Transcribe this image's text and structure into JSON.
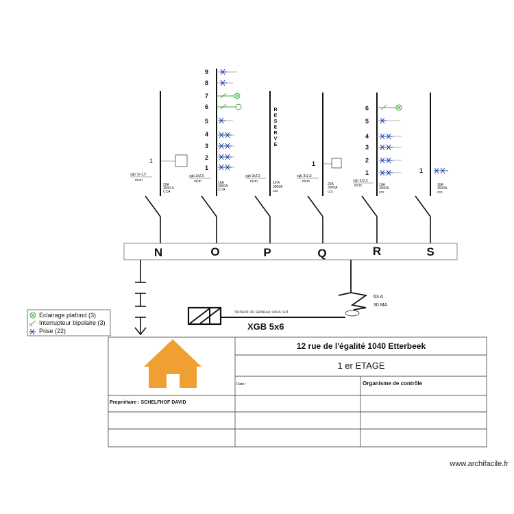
{
  "colors": {
    "line": "#111111",
    "prise": "#1f3fa6",
    "light": "#3aa83a",
    "house": "#f0a030",
    "busbar_border": "#888888"
  },
  "busbar": {
    "letters": [
      "N",
      "O",
      "P",
      "Q",
      "R",
      "S"
    ]
  },
  "circuits": {
    "N": {
      "cable": "xgb 3x 2,5",
      "cable_sub": "mcm",
      "num": "1",
      "spec": [
        "20A",
        "3000 A",
        "CCA"
      ]
    },
    "O": {
      "cable": "xgb 3x2,5",
      "cable_sub": "mcm",
      "nums": [
        "9",
        "8",
        "7",
        "6",
        "5",
        "4",
        "3",
        "2",
        "1"
      ],
      "spec": [
        "16A",
        "3000A",
        "CCA"
      ]
    },
    "P": {
      "cable": "xgb 3x2,5",
      "cable_sub": "mcm",
      "reserve": "RESERVE",
      "spec": [
        "10 A",
        "3000A",
        "ccs"
      ]
    },
    "Q": {
      "cable": "xgb 3x2,5",
      "cable_sub": "mcm",
      "num": "1",
      "spec": [
        "20A",
        "3000A",
        "ccs"
      ]
    },
    "R": {
      "cable": "xgb 3x2,5",
      "cable_sub": "mcm",
      "nums": [
        "6",
        "5",
        "4",
        "3",
        "2",
        "1"
      ],
      "spec": [
        "16A",
        "3000A",
        "ccs"
      ]
    },
    "S": {
      "num": "1",
      "spec": [
        "16A",
        "3000A",
        "ccs"
      ]
    }
  },
  "feed": {
    "differential_rating": "63 A",
    "differential_sensitivity": "30 MA",
    "source_label": "Venant du tableau sous sol",
    "cable": "XGB 5x6"
  },
  "legend": {
    "items": [
      "Eclairage plafond (3)",
      "Interrupteur bipolaire (3)",
      "Prise (22)"
    ],
    "icons": [
      "lamp-icon",
      "switch-icon",
      "socket-icon"
    ]
  },
  "title_block": {
    "address": "12 rue de l'égalité 1040 Etterbeek",
    "floor": "1 er ETAGE",
    "date_label": "Date :",
    "control_label": "Organisme de contrôle",
    "owner": "Propriétaire : SCHELFHOF DAVID"
  },
  "watermark": "www.archifacile.fr"
}
